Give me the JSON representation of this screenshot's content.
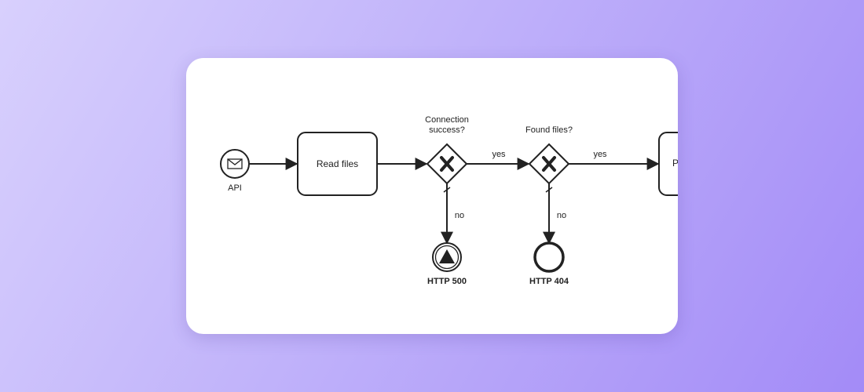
{
  "diagram": {
    "start_event": {
      "label": "API",
      "icon": "envelope-icon"
    },
    "task_read_files": {
      "label": "Read files"
    },
    "gateway_connection": {
      "question_line1": "Connection",
      "question_line2": "success?",
      "yes_label": "yes",
      "no_label": "no"
    },
    "gateway_found_files": {
      "question": "Found files?",
      "yes_label": "yes",
      "no_label": "no"
    },
    "end_http_500": {
      "label": "HTTP 500",
      "icon": "escalation-icon"
    },
    "end_http_404": {
      "label": "HTTP 404"
    },
    "task_next": {
      "label_visible": "P"
    }
  },
  "colors": {
    "stroke": "#222222",
    "card": "#ffffff",
    "bg_start": "#d8d0fd",
    "bg_end": "#a38bf7"
  }
}
